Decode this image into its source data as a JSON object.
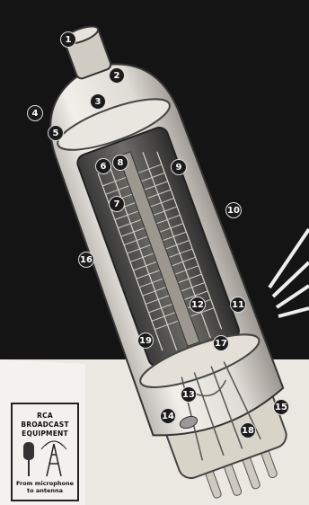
{
  "callouts": [
    "1",
    "2",
    "3",
    "4",
    "5",
    "6",
    "7",
    "8",
    "9",
    "10",
    "11",
    "12",
    "13",
    "14",
    "15",
    "16",
    "17",
    "18",
    "19"
  ],
  "logo": {
    "title": "RCA BROADCAST EQUIPMENT",
    "caption": "From microphone to antenna",
    "icons": [
      "microphone-icon",
      "antenna-tower-icon"
    ]
  },
  "colors": {
    "background": "#141414",
    "paper": "#ebe8e2",
    "ink": "#1b1b1b"
  }
}
